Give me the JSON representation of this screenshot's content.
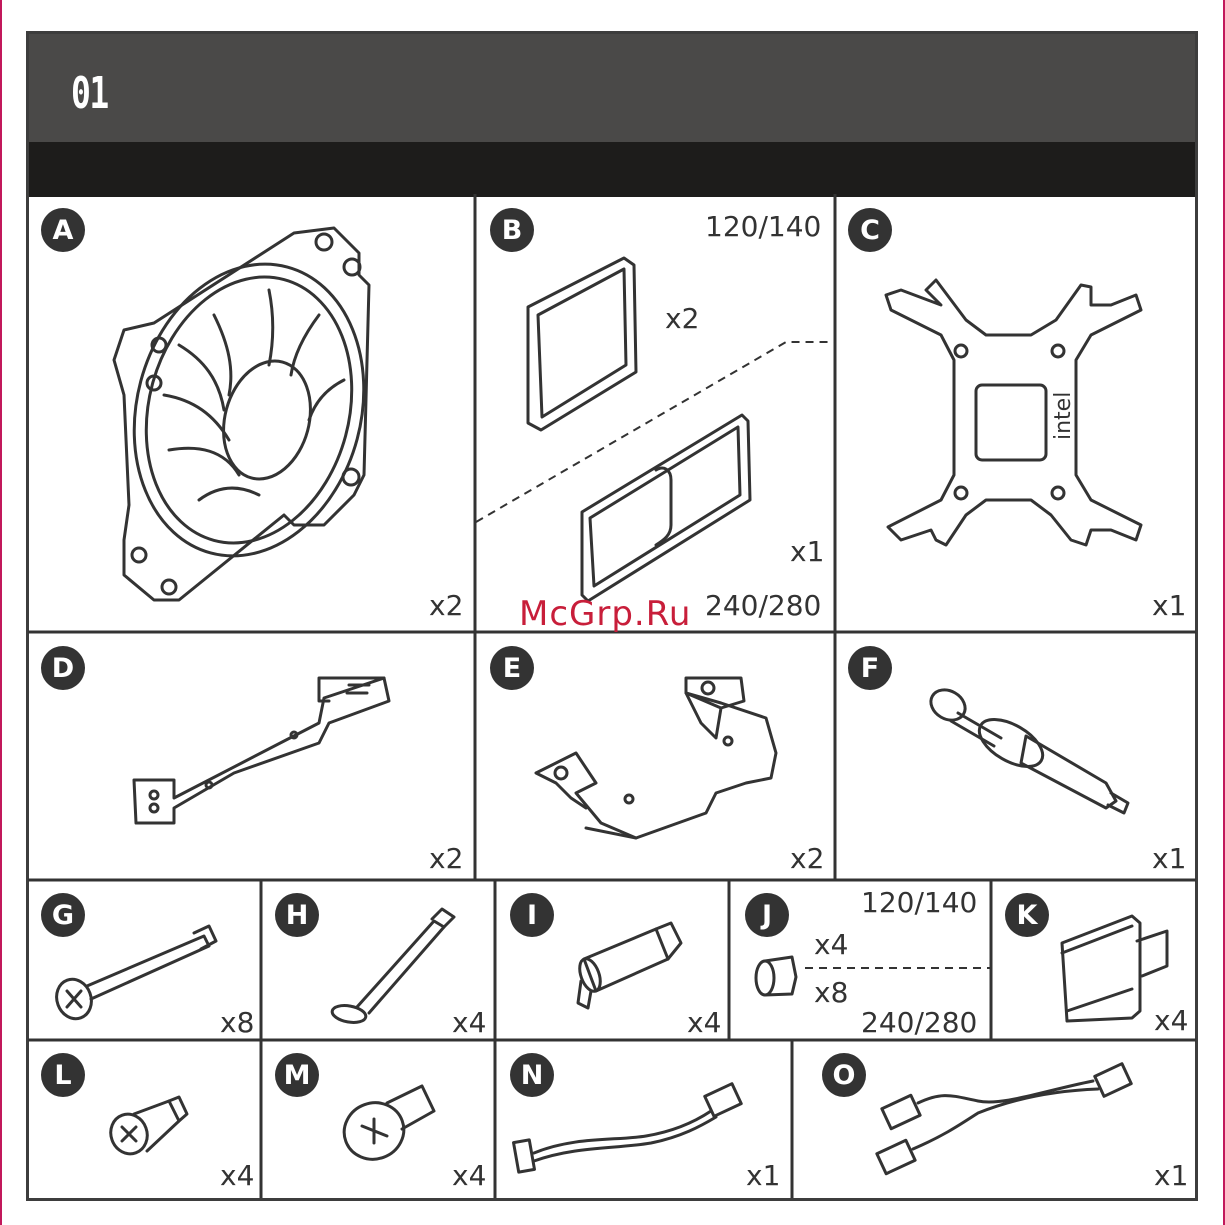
{
  "header": {
    "step_number": "01"
  },
  "parts": [
    {
      "letter": "A",
      "qty": "x2"
    },
    {
      "letter": "B",
      "size_top": "120/140",
      "qty_top": "x2",
      "qty_bottom": "x1",
      "size_bottom": "240/280"
    },
    {
      "letter": "C",
      "qty": "x1",
      "logo_text": "intel"
    },
    {
      "letter": "D",
      "qty": "x2"
    },
    {
      "letter": "E",
      "qty": "x2"
    },
    {
      "letter": "F",
      "qty": "x1"
    },
    {
      "letter": "G",
      "qty": "x8"
    },
    {
      "letter": "H",
      "qty": "x4"
    },
    {
      "letter": "I",
      "qty": "x4"
    },
    {
      "letter": "J",
      "size_top": "120/140",
      "qty_top": "x4",
      "qty_bottom": "x8",
      "size_bottom": "240/280"
    },
    {
      "letter": "K",
      "qty": "x4"
    },
    {
      "letter": "L",
      "qty": "x4"
    },
    {
      "letter": "M",
      "qty": "x4"
    },
    {
      "letter": "N",
      "qty": "x1"
    },
    {
      "letter": "O",
      "qty": "x1"
    }
  ],
  "watermark": "McGrp.Ru",
  "colors": {
    "header": "#4a4948",
    "subheader": "#1d1c1b",
    "badge": "#333333",
    "watermark": "#c81e3a"
  }
}
